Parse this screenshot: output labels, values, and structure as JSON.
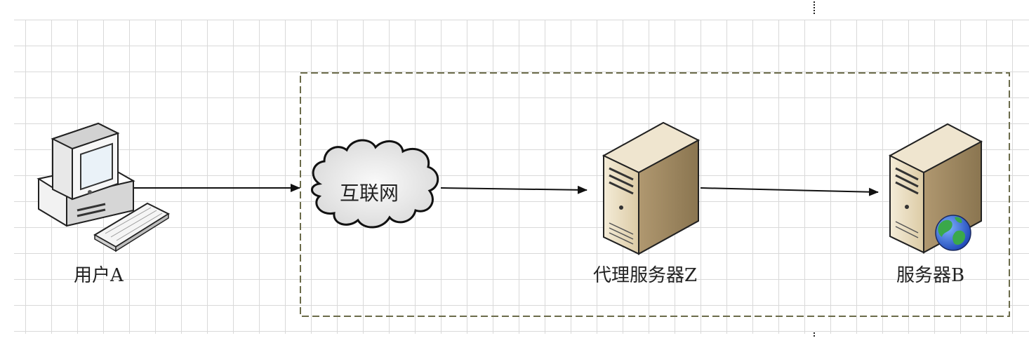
{
  "nodes": {
    "user": {
      "label": "用户A",
      "icon": "computer-icon"
    },
    "internet": {
      "label": "互联网",
      "icon": "cloud-icon"
    },
    "proxy": {
      "label": "代理服务器Z",
      "icon": "server-icon"
    },
    "server": {
      "label": "服务器B",
      "icon": "web-server-icon"
    }
  },
  "edges": [
    {
      "from": "user",
      "to": "internet"
    },
    {
      "from": "internet",
      "to": "proxy"
    },
    {
      "from": "proxy",
      "to": "server"
    }
  ],
  "colors": {
    "grid": "#d9d9d9",
    "group_border": "#6b6b4a",
    "server_face": "#e9dcc0",
    "server_side": "#bda77f",
    "globe_blue": "#2f5fd0",
    "globe_green": "#3aa84a"
  }
}
